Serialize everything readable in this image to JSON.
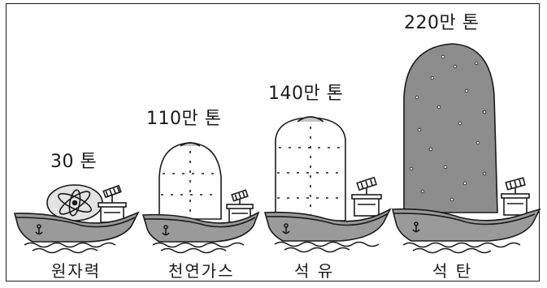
{
  "items": [
    {
      "amount": "30 톤",
      "fuel": "원자력",
      "value_tons": 30
    },
    {
      "amount": "110만 톤",
      "fuel": "천연가스",
      "value_tons": 1100000
    },
    {
      "amount": "140만 톤",
      "fuel": "석 유",
      "value_tons": 1400000
    },
    {
      "amount": "220만 톤",
      "fuel": "석 탄",
      "value_tons": 2200000
    }
  ],
  "colors": {
    "hull": "#9a9a9a",
    "coal": "#8d8d8d",
    "line": "#1a1a1a",
    "cargo": "#ffffff"
  }
}
